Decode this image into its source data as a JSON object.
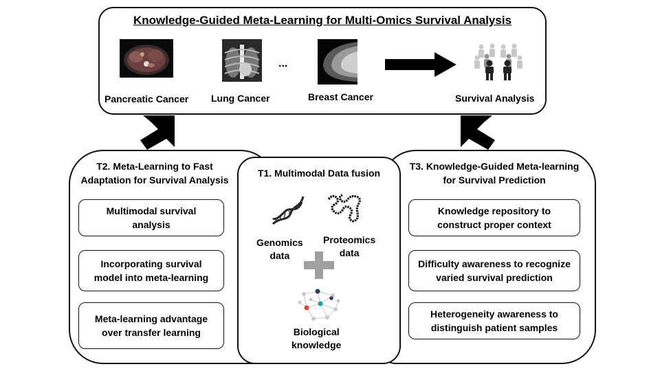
{
  "top": {
    "title": "Knowledge-Guided Meta-Learning for Multi-Omics Survival Analysis",
    "cancers": [
      "Pancreatic Cancer",
      "Lung Cancer",
      "Breast Cancer"
    ],
    "ellipsis": "...",
    "output": "Survival Analysis"
  },
  "t1": {
    "title": "T1. Multimodal Data fusion",
    "genomics": "Genomics\ndata",
    "proteomics": "Proteomics\ndata",
    "knowledge": "Biological\nknowledge"
  },
  "t2": {
    "title": "T2. Meta-Learning to Fast\nAdaptation for Survival Analysis",
    "items": [
      "Multimodal survival\nanalysis",
      "Incorporating survival\nmodel into meta-learning",
      "Meta-learning advantage\nover transfer learning"
    ]
  },
  "t3": {
    "title": "T3. Knowledge-Guided Meta-learning\nfor Survival Prediction",
    "items": [
      "Knowledge repository to\nconstruct proper context",
      "Difficulty awareness to recognize\nvaried survival prediction",
      "Heterogeneity awareness to\ndistinguish patient samples"
    ]
  }
}
